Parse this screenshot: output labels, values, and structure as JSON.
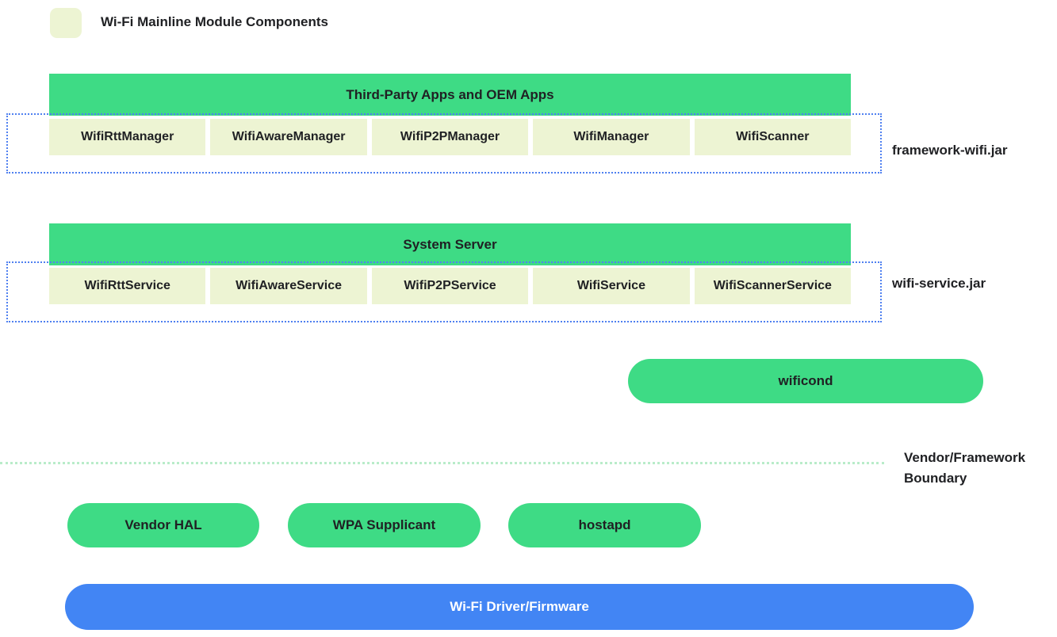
{
  "legend": {
    "swatch_color": "#edf4d3",
    "label": "Wi-Fi Mainline Module Components"
  },
  "colors": {
    "module_green": "#3edb85",
    "component_yellow": "#edf4d3",
    "jar_border_blue": "#4f80f0",
    "boundary_green": "#b9ecca",
    "driver_blue": "#4285f4",
    "text_dark": "#202124",
    "text_light": "#ffffff"
  },
  "framework_layer": {
    "header": "Third-Party Apps and OEM Apps",
    "boxes": [
      "WifiRttManager",
      "WifiAwareManager",
      "WifiP2PManager",
      "WifiManager",
      "WifiScanner"
    ],
    "jar_label": "framework-wifi.jar"
  },
  "service_layer": {
    "header": "System Server",
    "boxes": [
      "WifiRttService",
      "WifiAwareService",
      "WifiP2PService",
      "WifiService",
      "WifiScannerService"
    ],
    "jar_label": "wifi-service.jar"
  },
  "wificond": {
    "label": "wificond"
  },
  "boundary": {
    "label": "Vendor/Framework Boundary"
  },
  "vendor_layer": {
    "pills": [
      "Vendor HAL",
      "WPA Supplicant",
      "hostapd"
    ]
  },
  "driver": {
    "label": "Wi-Fi Driver/Firmware"
  }
}
